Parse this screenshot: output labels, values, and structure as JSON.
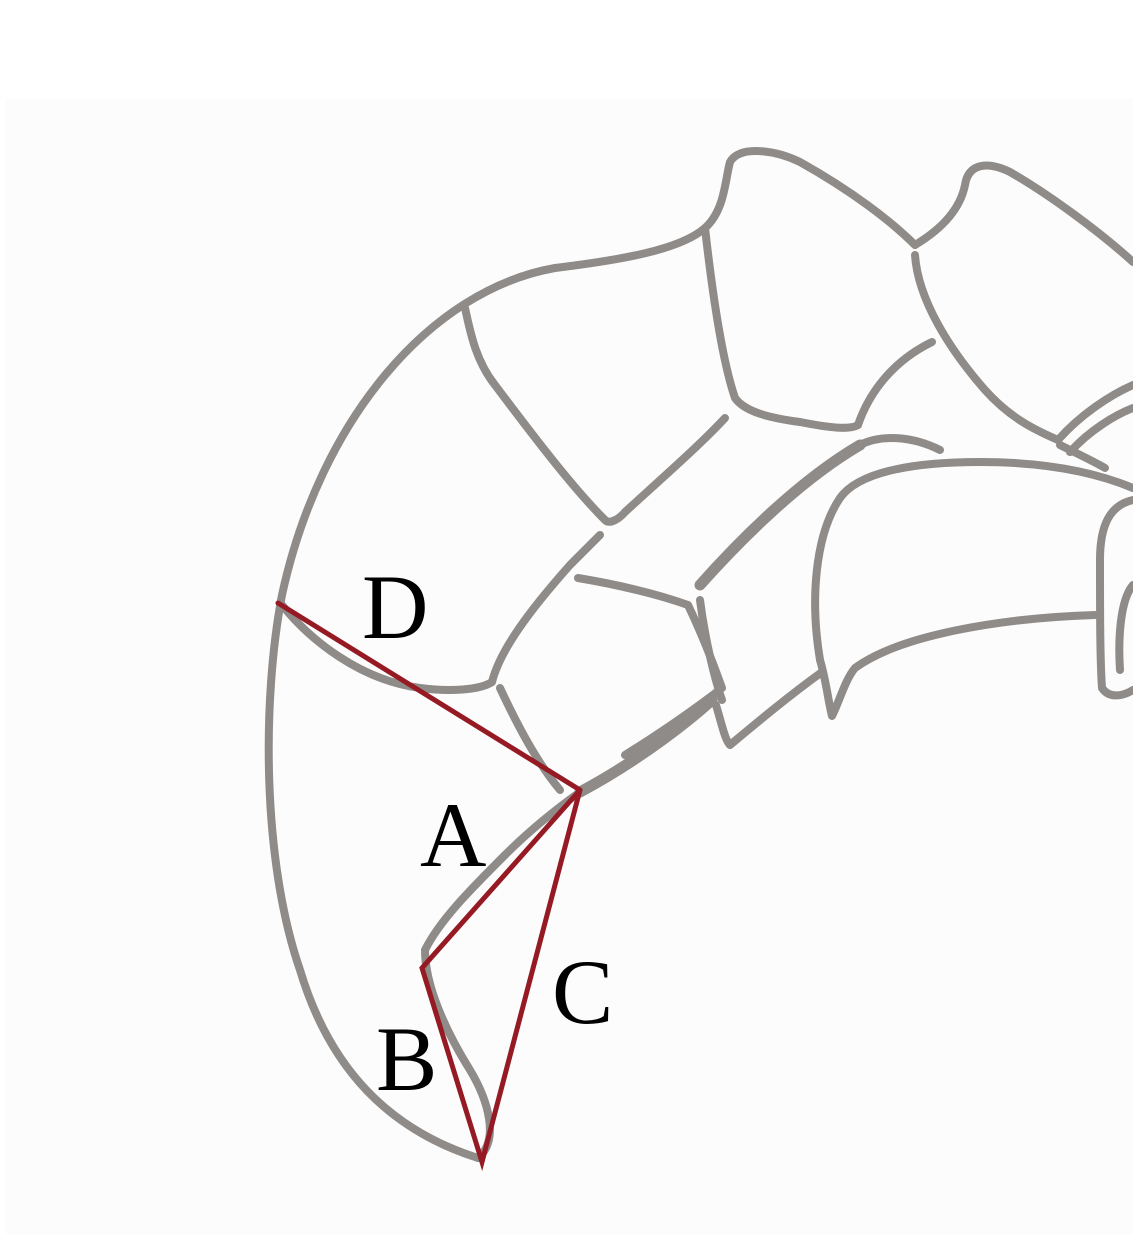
{
  "diagram": {
    "labels": {
      "a": "A",
      "b": "B",
      "c": "C",
      "d": "D"
    },
    "colors": {
      "outline": "#8e8b88",
      "measurement": "#951a24",
      "text": "#000000",
      "background": "#fcfcfc"
    }
  }
}
